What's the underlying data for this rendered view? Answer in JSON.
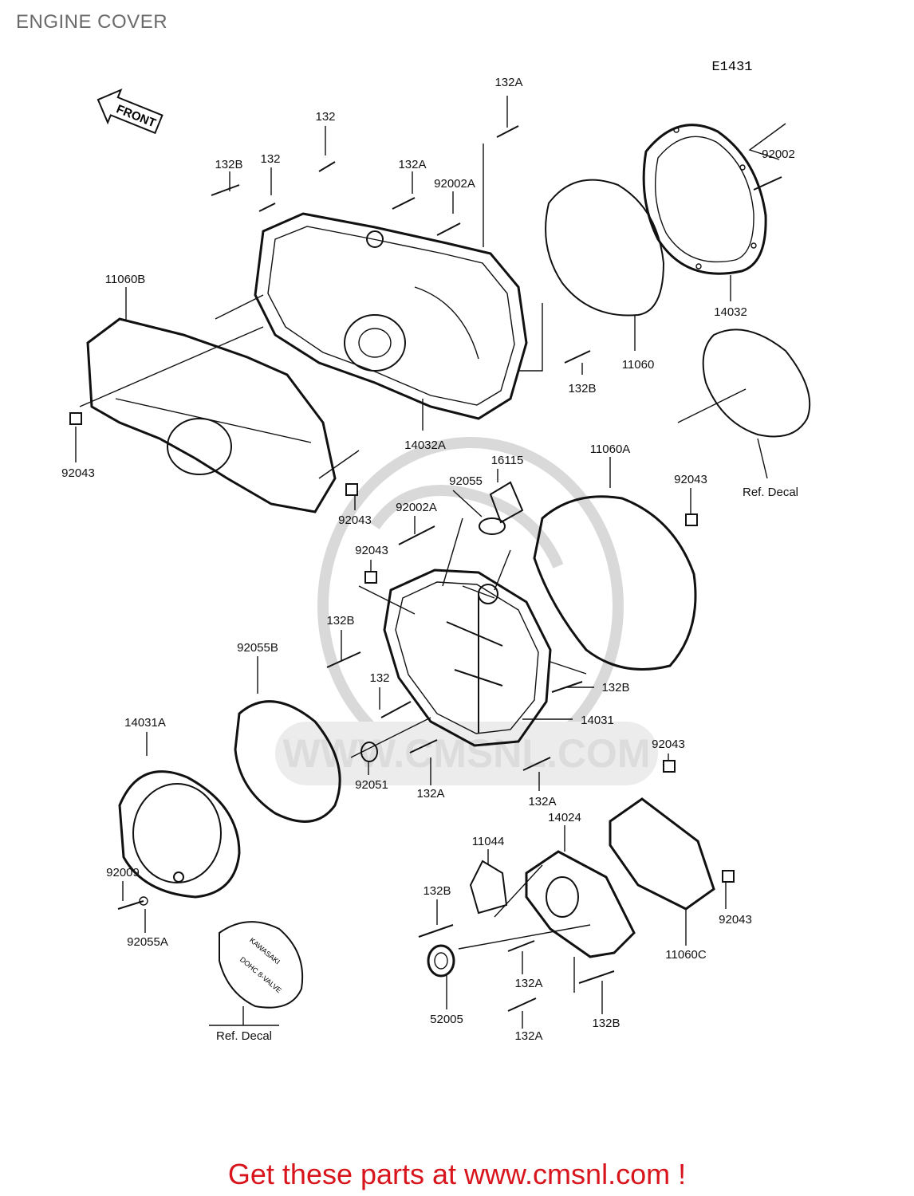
{
  "title": "ENGINE COVER",
  "diagram_code": "E1431",
  "front_arrow_label": "FRONT",
  "watermark": "WWW.CMSNL.COM",
  "footer": "Get these parts at www.cmsnl.com !",
  "colors": {
    "footer_text": "#d8141c",
    "title_text": "#6a6a6a",
    "line": "#111111",
    "watermark": "#d9d9d9"
  },
  "callouts": [
    "132A",
    "132",
    "132B",
    "132",
    "132A",
    "92002A",
    "92002",
    "11060B",
    "14032",
    "11060",
    "132B",
    "92043",
    "14032A",
    "92043",
    "16115",
    "11060A",
    "92055",
    "92043",
    "Ref. Decal",
    "92002A",
    "92043",
    "132B",
    "92055B",
    "132",
    "132B",
    "14031A",
    "14031",
    "92043",
    "92051",
    "132A",
    "132A",
    "14024",
    "11044",
    "92009",
    "132B",
    "92043",
    "92055A",
    "11060C",
    "132A",
    "52005",
    "132B",
    "132A",
    "Ref. Decal"
  ],
  "decal_text": [
    "KAWASAKI",
    "DOHC 8-VALVE"
  ]
}
